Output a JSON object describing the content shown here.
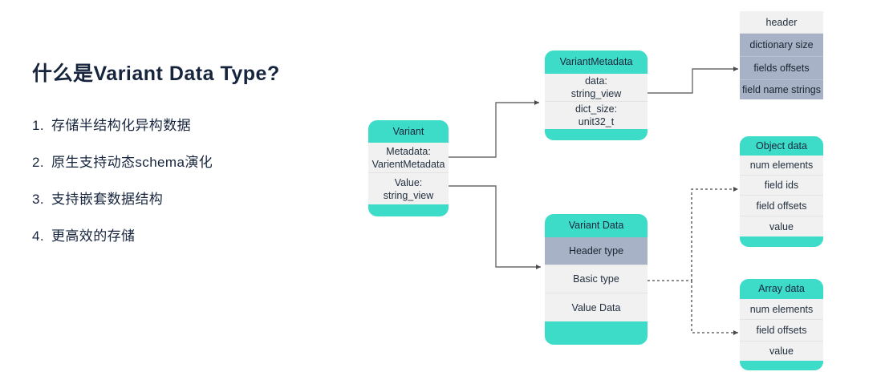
{
  "slide": {
    "title": "什么是Variant Data Type?",
    "bullets": [
      {
        "num": "1.",
        "text": "存储半结构化异构数据"
      },
      {
        "num": "2.",
        "text": "原生支持动态schema演化"
      },
      {
        "num": "3.",
        "text": "支持嵌套数据结构"
      },
      {
        "num": "4.",
        "text": "更高效的存储"
      }
    ]
  },
  "colors": {
    "teal": "#3ddcc8",
    "blue_gray": "#a7b2c6",
    "light_gray": "#f1f1f1",
    "navy_text": "#16253d"
  },
  "diagram": {
    "variant": {
      "title": "Variant",
      "rows": [
        {
          "line1": "Metadata:",
          "line2": "VarientMetadata"
        },
        {
          "line1": "Value:",
          "line2": "string_view"
        }
      ]
    },
    "variant_metadata": {
      "title": "VariantMetadata",
      "rows": [
        {
          "line1": "data:",
          "line2": "string_view"
        },
        {
          "line1": "dict_size:",
          "line2": "unit32_t"
        }
      ]
    },
    "metadata_layout": {
      "rows": [
        {
          "label": "header",
          "style": "plain"
        },
        {
          "label": "dictionary size",
          "style": "accent"
        },
        {
          "label": "fields offsets",
          "style": "accent"
        },
        {
          "label": "field name strings",
          "style": "accent"
        }
      ]
    },
    "object_data": {
      "title": "Object data",
      "rows": [
        "num elements",
        "field ids",
        "field offsets",
        "value"
      ]
    },
    "variant_data": {
      "title": "Variant Data",
      "rows": [
        {
          "label": "Header type",
          "style": "accent"
        },
        {
          "label": "Basic type",
          "style": "plain"
        },
        {
          "label": "Value Data",
          "style": "plain"
        }
      ]
    },
    "array_data": {
      "title": "Array data",
      "rows": [
        "num elements",
        "field offsets",
        "value"
      ]
    }
  }
}
